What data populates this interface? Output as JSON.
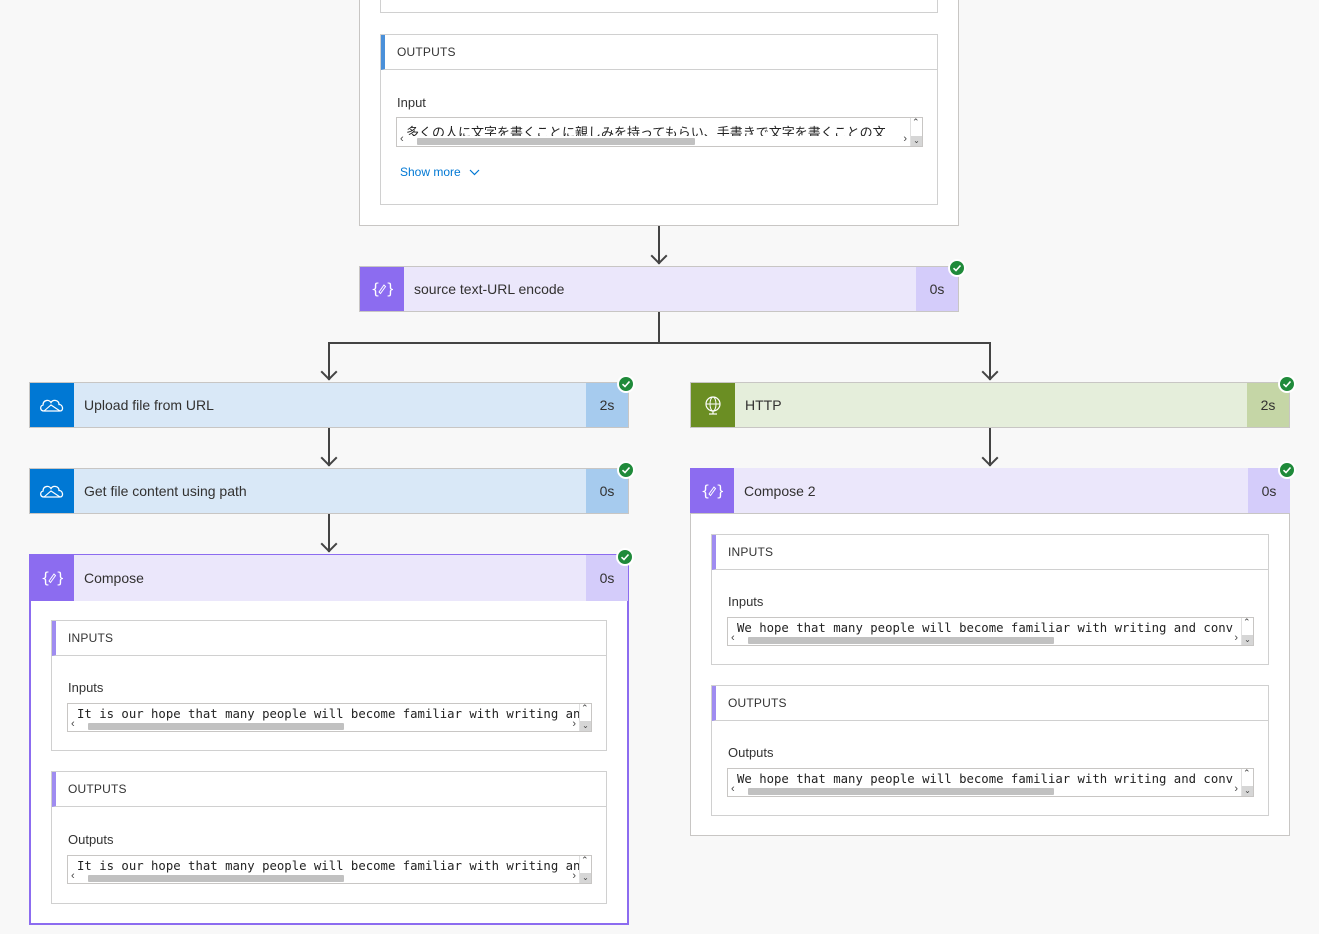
{
  "top_block": {
    "outputs_header": "OUTPUTS",
    "input_label": "Input",
    "input_value": "多くの人に文字を書くことに親しみを持ってもらい、手書きで文字を書くことの文",
    "show_more": "Show more"
  },
  "encode_action": {
    "title": "source text-URL encode",
    "duration": "0s",
    "color": "#8c6cf0"
  },
  "left_branch": {
    "upload": {
      "title": "Upload file from URL",
      "duration": "2s",
      "color": "#0078d4"
    },
    "get_content": {
      "title": "Get file content using path",
      "duration": "0s",
      "color": "#0078d4"
    },
    "compose": {
      "title": "Compose",
      "duration": "0s",
      "inputs_header": "INPUTS",
      "inputs_label": "Inputs",
      "inputs_value": "It is our hope that many people will become familiar with writing and",
      "outputs_header": "OUTPUTS",
      "outputs_label": "Outputs",
      "outputs_value": "It is our hope that many people will become familiar with writing and"
    }
  },
  "right_branch": {
    "http": {
      "title": "HTTP",
      "duration": "2s",
      "color": "#6b8e23"
    },
    "compose2": {
      "title": "Compose 2",
      "duration": "0s",
      "inputs_header": "INPUTS",
      "inputs_label": "Inputs",
      "inputs_value": "We hope that many people will become familiar with writing and conv",
      "outputs_header": "OUTPUTS",
      "outputs_label": "Outputs",
      "outputs_value": "We hope that many people will become familiar with writing and conv"
    }
  },
  "status_color": "#1f8a3a"
}
